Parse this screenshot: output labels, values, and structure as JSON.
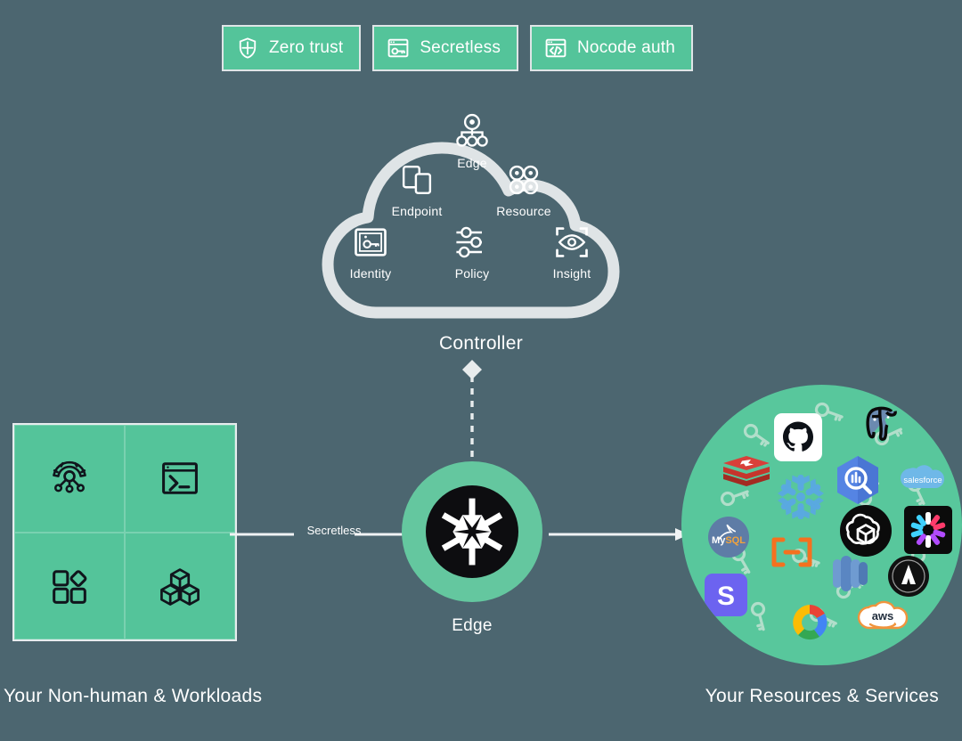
{
  "background_color": "#4c6670",
  "accent_green": "#54c49a",
  "badges": [
    {
      "label": "Zero trust",
      "icon": "shield-icon"
    },
    {
      "label": "Secretless",
      "icon": "key-window-icon"
    },
    {
      "label": "Nocode auth",
      "icon": "code-window-icon"
    }
  ],
  "controller": {
    "label": "Controller",
    "items": [
      {
        "label": "Edge",
        "icon": "hub-node-icon"
      },
      {
        "label": "Endpoint",
        "icon": "devices-icon"
      },
      {
        "label": "Resource",
        "icon": "four-rings-icon"
      },
      {
        "label": "Identity",
        "icon": "id-card-key-icon"
      },
      {
        "label": "Policy",
        "icon": "sliders-icon"
      },
      {
        "label": "Insight",
        "icon": "eye-scan-icon"
      }
    ]
  },
  "workloads": {
    "caption": "Your Non-human & Workloads",
    "cells": [
      {
        "icon": "automation-gear-icon"
      },
      {
        "icon": "terminal-icon"
      },
      {
        "icon": "apps-blocks-icon"
      },
      {
        "icon": "cubes-icon"
      }
    ]
  },
  "edge": {
    "label": "Edge",
    "icon": "aembit-arrows-icon"
  },
  "connections": {
    "workload_to_edge_label": "Secretless",
    "controller_to_edge_style": "dashed-with-diamond"
  },
  "resources": {
    "caption": "Your Resources & Services",
    "logos": [
      {
        "name": "github-logo",
        "label": "GitHub"
      },
      {
        "name": "postgresql-logo",
        "label": "PostgreSQL"
      },
      {
        "name": "redis-logo",
        "label": "Redis"
      },
      {
        "name": "bigquery-logo",
        "label": "BigQuery"
      },
      {
        "name": "salesforce-logo",
        "label": "salesforce"
      },
      {
        "name": "snowflake-logo",
        "label": "Snowflake"
      },
      {
        "name": "openai-logo",
        "label": "OpenAI"
      },
      {
        "name": "anthropic-burst-logo",
        "label": "Claude"
      },
      {
        "name": "mysql-logo",
        "label": "MySQL"
      },
      {
        "name": "confluent-logo",
        "label": "Confluent"
      },
      {
        "name": "database-cylinder-logo",
        "label": "Database"
      },
      {
        "name": "airflow-logo",
        "label": "Airflow"
      },
      {
        "name": "stripe-logo",
        "label": "Stripe"
      },
      {
        "name": "google-cloud-logo",
        "label": "Google Cloud"
      },
      {
        "name": "aws-logo",
        "label": "aws"
      }
    ]
  }
}
